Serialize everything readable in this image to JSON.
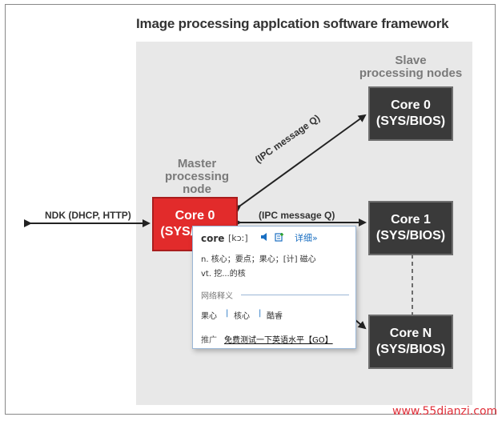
{
  "title": "Image processing applcation software framework",
  "labels": {
    "slave_line1": "Slave",
    "slave_line2": "processing nodes",
    "master_line1": "Master",
    "master_line2": "processing",
    "master_line3": "node",
    "ndk": "NDK (DHCP, HTTP)",
    "ipc_diag": "(IPC message Q)",
    "ipc_horiz": "(IPC message Q)"
  },
  "nodes": {
    "master": {
      "line1": "Core 0",
      "line2": "(SYS/BIOS)"
    },
    "slave0": {
      "line1": "Core 0",
      "line2": "(SYS/BIOS)"
    },
    "slave1": {
      "line1": "Core 1",
      "line2": "(SYS/BIOS)"
    },
    "slaveN": {
      "line1": "Core N",
      "line2": "(SYS/BIOS)"
    }
  },
  "popup": {
    "word": "core",
    "phonetic": "[kɔː]",
    "details": "详细»",
    "def1": "n. 核心；要点；果心；[计] 磁心",
    "def2": "vt. 挖...的核",
    "web_title": "网络释义",
    "web1": "果心",
    "web2": "核心",
    "web3": "酷睿",
    "sep": "|",
    "ad_label": "推广",
    "ad_link": "免费测试一下英语水平【GO】"
  },
  "watermark": "www.55dianzi.com",
  "colors": {
    "master": "#e22b2b",
    "slave": "#3a3a3a",
    "panel": "#e8e8e8"
  }
}
